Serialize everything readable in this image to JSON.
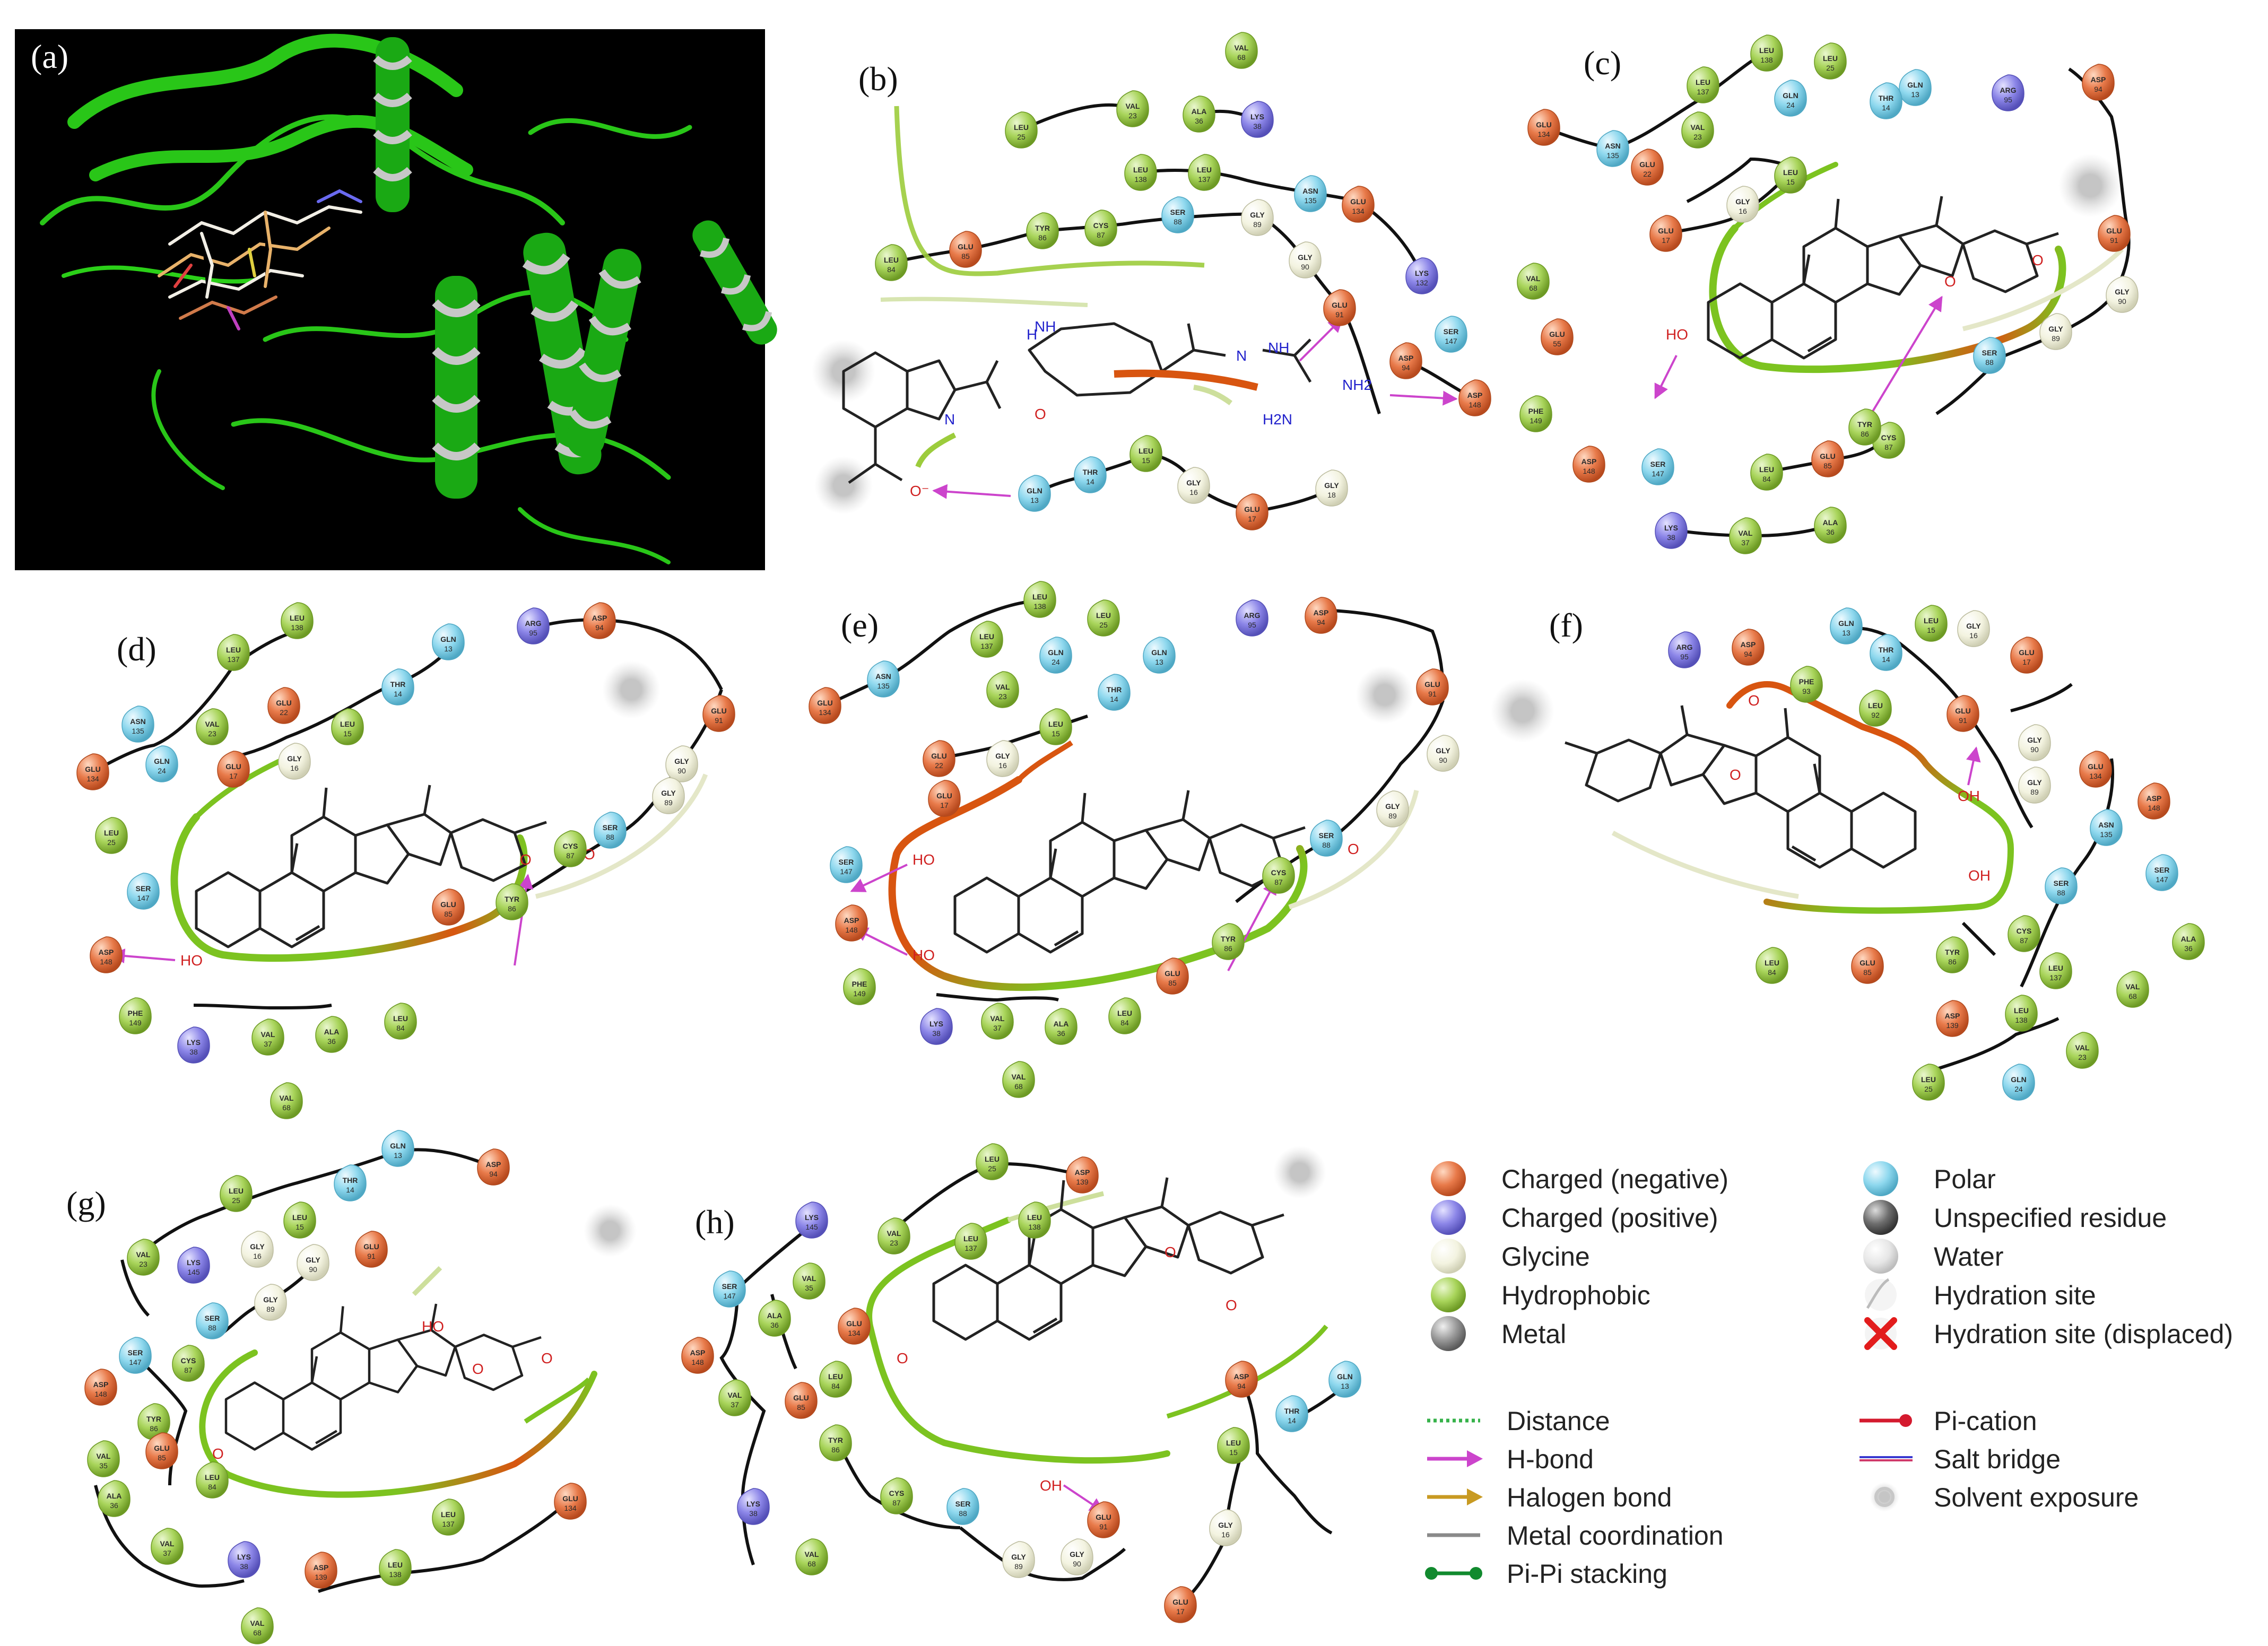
{
  "colors": {
    "negative": "#e87a4a",
    "positive": "#8c86e8",
    "glycine": "#f3f3e0",
    "hydrophobic": "#a8d45a",
    "polar": "#8ed8ee",
    "metal": "#9a9a9a",
    "contour_hydrophobic": "#7cc320",
    "contour_negative": "#d85510",
    "hbond": "#cc44cc"
  },
  "panels": [
    {
      "label": "(a)",
      "kind": "structure"
    },
    {
      "label": "(b)",
      "kind": "ligand",
      "residues": [
        {
          "n": "VAL",
          "i": "68",
          "t": "h"
        },
        {
          "n": "LEU",
          "i": "25",
          "t": "h"
        },
        {
          "n": "VAL",
          "i": "23",
          "t": "h"
        },
        {
          "n": "ALA",
          "i": "36",
          "t": "h"
        },
        {
          "n": "LYS",
          "i": "38",
          "t": "p"
        },
        {
          "n": "LEU",
          "i": "138",
          "t": "h"
        },
        {
          "n": "LEU",
          "i": "137",
          "t": "h"
        },
        {
          "n": "ASN",
          "i": "135",
          "t": "o"
        },
        {
          "n": "GLU",
          "i": "134",
          "t": "n"
        },
        {
          "n": "LYS",
          "i": "132",
          "t": "p"
        },
        {
          "n": "LEU",
          "i": "84",
          "t": "h"
        },
        {
          "n": "GLU",
          "i": "85",
          "t": "n"
        },
        {
          "n": "TYR",
          "i": "86",
          "t": "h"
        },
        {
          "n": "CYS",
          "i": "87",
          "t": "h"
        },
        {
          "n": "SER",
          "i": "88",
          "t": "o"
        },
        {
          "n": "GLY",
          "i": "89",
          "t": "g"
        },
        {
          "n": "GLY",
          "i": "90",
          "t": "g"
        },
        {
          "n": "GLU",
          "i": "91",
          "t": "n"
        },
        {
          "n": "SER",
          "i": "147",
          "t": "o"
        },
        {
          "n": "ASP",
          "i": "148",
          "t": "n"
        },
        {
          "n": "ASP",
          "i": "94",
          "t": "n"
        },
        {
          "n": "GLN",
          "i": "13",
          "t": "o"
        },
        {
          "n": "THR",
          "i": "14",
          "t": "o"
        },
        {
          "n": "LEU",
          "i": "15",
          "t": "h"
        },
        {
          "n": "GLY",
          "i": "16",
          "t": "g"
        },
        {
          "n": "GLU",
          "i": "17",
          "t": "n"
        },
        {
          "n": "GLY",
          "i": "18",
          "t": "g"
        }
      ],
      "atoms": [
        "H",
        "NH",
        "N",
        "NH",
        "NH2",
        "H2N",
        "O",
        "O⁻",
        "N"
      ]
    },
    {
      "label": "(c)",
      "kind": "steroid",
      "residues": [
        {
          "n": "LEU",
          "i": "138",
          "t": "h"
        },
        {
          "n": "LEU",
          "i": "25",
          "t": "h"
        },
        {
          "n": "LEU",
          "i": "137",
          "t": "h"
        },
        {
          "n": "GLN",
          "i": "24",
          "t": "o"
        },
        {
          "n": "GLN",
          "i": "13",
          "t": "o"
        },
        {
          "n": "GLU",
          "i": "134",
          "t": "n"
        },
        {
          "n": "ASN",
          "i": "135",
          "t": "o"
        },
        {
          "n": "VAL",
          "i": "23",
          "t": "h"
        },
        {
          "n": "THR",
          "i": "14",
          "t": "o"
        },
        {
          "n": "ARG",
          "i": "95",
          "t": "p"
        },
        {
          "n": "ASP",
          "i": "94",
          "t": "n"
        },
        {
          "n": "GLU",
          "i": "22",
          "t": "n"
        },
        {
          "n": "LEU",
          "i": "15",
          "t": "h"
        },
        {
          "n": "GLY",
          "i": "16",
          "t": "g"
        },
        {
          "n": "GLU",
          "i": "17",
          "t": "n"
        },
        {
          "n": "GLU",
          "i": "91",
          "t": "n"
        },
        {
          "n": "VAL",
          "i": "68",
          "t": "h"
        },
        {
          "n": "GLY",
          "i": "90",
          "t": "g"
        },
        {
          "n": "GLU",
          "i": "55",
          "t": "n"
        },
        {
          "n": "GLY",
          "i": "89",
          "t": "g"
        },
        {
          "n": "SER",
          "i": "88",
          "t": "o"
        },
        {
          "n": "PHE",
          "i": "149",
          "t": "h"
        },
        {
          "n": "CYS",
          "i": "87",
          "t": "h"
        },
        {
          "n": "TYR",
          "i": "86",
          "t": "h"
        },
        {
          "n": "ASP",
          "i": "148",
          "t": "n"
        },
        {
          "n": "SER",
          "i": "147",
          "t": "o"
        },
        {
          "n": "LEU",
          "i": "84",
          "t": "h"
        },
        {
          "n": "GLU",
          "i": "85",
          "t": "n"
        },
        {
          "n": "LYS",
          "i": "38",
          "t": "p"
        },
        {
          "n": "VAL",
          "i": "37",
          "t": "h"
        },
        {
          "n": "ALA",
          "i": "36",
          "t": "h"
        }
      ],
      "atoms": [
        "HO",
        "O",
        "O"
      ]
    },
    {
      "label": "(d)",
      "kind": "steroid",
      "residues": [
        {
          "n": "LEU",
          "i": "138",
          "t": "h"
        },
        {
          "n": "LEU",
          "i": "137",
          "t": "h"
        },
        {
          "n": "GLN",
          "i": "13",
          "t": "o"
        },
        {
          "n": "ARG",
          "i": "95",
          "t": "p"
        },
        {
          "n": "ASP",
          "i": "94",
          "t": "n"
        },
        {
          "n": "THR",
          "i": "14",
          "t": "o"
        },
        {
          "n": "ASN",
          "i": "135",
          "t": "o"
        },
        {
          "n": "VAL",
          "i": "23",
          "t": "h"
        },
        {
          "n": "GLU",
          "i": "22",
          "t": "n"
        },
        {
          "n": "LEU",
          "i": "15",
          "t": "h"
        },
        {
          "n": "GLU",
          "i": "91",
          "t": "n"
        },
        {
          "n": "GLU",
          "i": "134",
          "t": "n"
        },
        {
          "n": "GLN",
          "i": "24",
          "t": "o"
        },
        {
          "n": "GLY",
          "i": "16",
          "t": "g"
        },
        {
          "n": "GLU",
          "i": "17",
          "t": "n"
        },
        {
          "n": "GLY",
          "i": "90",
          "t": "g"
        },
        {
          "n": "LEU",
          "i": "25",
          "t": "h"
        },
        {
          "n": "GLY",
          "i": "89",
          "t": "g"
        },
        {
          "n": "SER",
          "i": "147",
          "t": "o"
        },
        {
          "n": "SER",
          "i": "88",
          "t": "o"
        },
        {
          "n": "CYS",
          "i": "87",
          "t": "h"
        },
        {
          "n": "ASP",
          "i": "148",
          "t": "n"
        },
        {
          "n": "TYR",
          "i": "86",
          "t": "h"
        },
        {
          "n": "GLU",
          "i": "85",
          "t": "n"
        },
        {
          "n": "PHE",
          "i": "149",
          "t": "h"
        },
        {
          "n": "LEU",
          "i": "84",
          "t": "h"
        },
        {
          "n": "LYS",
          "i": "38",
          "t": "p"
        },
        {
          "n": "VAL",
          "i": "37",
          "t": "h"
        },
        {
          "n": "ALA",
          "i": "36",
          "t": "h"
        },
        {
          "n": "VAL",
          "i": "68",
          "t": "h"
        }
      ],
      "atoms": [
        "HO",
        "O",
        "O"
      ]
    },
    {
      "label": "(e)",
      "kind": "steroid",
      "residues": [
        {
          "n": "LEU",
          "i": "138",
          "t": "h"
        },
        {
          "n": "LEU",
          "i": "137",
          "t": "h"
        },
        {
          "n": "LEU",
          "i": "25",
          "t": "h"
        },
        {
          "n": "ARG",
          "i": "95",
          "t": "p"
        },
        {
          "n": "ASP",
          "i": "94",
          "t": "n"
        },
        {
          "n": "GLN",
          "i": "24",
          "t": "o"
        },
        {
          "n": "GLN",
          "i": "13",
          "t": "o"
        },
        {
          "n": "ASN",
          "i": "135",
          "t": "o"
        },
        {
          "n": "VAL",
          "i": "23",
          "t": "h"
        },
        {
          "n": "THR",
          "i": "14",
          "t": "o"
        },
        {
          "n": "GLU",
          "i": "134",
          "t": "n"
        },
        {
          "n": "GLU",
          "i": "22",
          "t": "n"
        },
        {
          "n": "LEU",
          "i": "15",
          "t": "h"
        },
        {
          "n": "GLU",
          "i": "91",
          "t": "n"
        },
        {
          "n": "GLY",
          "i": "16",
          "t": "g"
        },
        {
          "n": "GLU",
          "i": "17",
          "t": "n"
        },
        {
          "n": "GLY",
          "i": "90",
          "t": "g"
        },
        {
          "n": "GLY",
          "i": "89",
          "t": "g"
        },
        {
          "n": "SER",
          "i": "147",
          "t": "o"
        },
        {
          "n": "SER",
          "i": "88",
          "t": "o"
        },
        {
          "n": "CYS",
          "i": "87",
          "t": "h"
        },
        {
          "n": "ASP",
          "i": "148",
          "t": "n"
        },
        {
          "n": "TYR",
          "i": "86",
          "t": "h"
        },
        {
          "n": "PHE",
          "i": "149",
          "t": "h"
        },
        {
          "n": "GLU",
          "i": "85",
          "t": "n"
        },
        {
          "n": "LYS",
          "i": "38",
          "t": "p"
        },
        {
          "n": "VAL",
          "i": "37",
          "t": "h"
        },
        {
          "n": "ALA",
          "i": "36",
          "t": "h"
        },
        {
          "n": "LEU",
          "i": "84",
          "t": "h"
        },
        {
          "n": "VAL",
          "i": "68",
          "t": "h"
        }
      ],
      "atoms": [
        "HO",
        "HO",
        "O",
        "O"
      ]
    },
    {
      "label": "(f)",
      "kind": "steroid",
      "residues": [
        {
          "n": "GLN",
          "i": "13",
          "t": "o"
        },
        {
          "n": "LEU",
          "i": "15",
          "t": "h"
        },
        {
          "n": "GLY",
          "i": "16",
          "t": "g"
        },
        {
          "n": "ARG",
          "i": "95",
          "t": "p"
        },
        {
          "n": "ASP",
          "i": "94",
          "t": "n"
        },
        {
          "n": "THR",
          "i": "14",
          "t": "o"
        },
        {
          "n": "GLU",
          "i": "17",
          "t": "n"
        },
        {
          "n": "PHE",
          "i": "93",
          "t": "h"
        },
        {
          "n": "LEU",
          "i": "92",
          "t": "h"
        },
        {
          "n": "GLU",
          "i": "91",
          "t": "n"
        },
        {
          "n": "GLY",
          "i": "90",
          "t": "g"
        },
        {
          "n": "GLU",
          "i": "134",
          "t": "n"
        },
        {
          "n": "ASP",
          "i": "148",
          "t": "n"
        },
        {
          "n": "GLY",
          "i": "89",
          "t": "g"
        },
        {
          "n": "ASN",
          "i": "135",
          "t": "o"
        },
        {
          "n": "SER",
          "i": "147",
          "t": "o"
        },
        {
          "n": "SER",
          "i": "88",
          "t": "o"
        },
        {
          "n": "ALA",
          "i": "36",
          "t": "h"
        },
        {
          "n": "CYS",
          "i": "87",
          "t": "h"
        },
        {
          "n": "TYR",
          "i": "86",
          "t": "h"
        },
        {
          "n": "LEU",
          "i": "137",
          "t": "h"
        },
        {
          "n": "VAL",
          "i": "68",
          "t": "h"
        },
        {
          "n": "LEU",
          "i": "84",
          "t": "h"
        },
        {
          "n": "GLU",
          "i": "85",
          "t": "n"
        },
        {
          "n": "ASP",
          "i": "139",
          "t": "n"
        },
        {
          "n": "LEU",
          "i": "138",
          "t": "h"
        },
        {
          "n": "VAL",
          "i": "23",
          "t": "h"
        },
        {
          "n": "LEU",
          "i": "25",
          "t": "h"
        },
        {
          "n": "GLN",
          "i": "24",
          "t": "o"
        }
      ],
      "atoms": [
        "O",
        "O",
        "OH",
        "OH"
      ]
    },
    {
      "label": "(g)",
      "kind": "steroid",
      "residues": [
        {
          "n": "GLN",
          "i": "13",
          "t": "o"
        },
        {
          "n": "LEU",
          "i": "25",
          "t": "h"
        },
        {
          "n": "THR",
          "i": "14",
          "t": "o"
        },
        {
          "n": "ASP",
          "i": "94",
          "t": "n"
        },
        {
          "n": "LEU",
          "i": "15",
          "t": "h"
        },
        {
          "n": "GLY",
          "i": "16",
          "t": "g"
        },
        {
          "n": "GLU",
          "i": "91",
          "t": "n"
        },
        {
          "n": "VAL",
          "i": "23",
          "t": "h"
        },
        {
          "n": "GLY",
          "i": "90",
          "t": "g"
        },
        {
          "n": "LYS",
          "i": "145",
          "t": "p"
        },
        {
          "n": "GLY",
          "i": "89",
          "t": "g"
        },
        {
          "n": "SER",
          "i": "88",
          "t": "o"
        },
        {
          "n": "SER",
          "i": "147",
          "t": "o"
        },
        {
          "n": "CYS",
          "i": "87",
          "t": "h"
        },
        {
          "n": "ASP",
          "i": "148",
          "t": "n"
        },
        {
          "n": "TYR",
          "i": "86",
          "t": "h"
        },
        {
          "n": "VAL",
          "i": "35",
          "t": "h"
        },
        {
          "n": "GLU",
          "i": "85",
          "t": "n"
        },
        {
          "n": "LEU",
          "i": "84",
          "t": "h"
        },
        {
          "n": "ALA",
          "i": "36",
          "t": "h"
        },
        {
          "n": "GLU",
          "i": "134",
          "t": "n"
        },
        {
          "n": "LEU",
          "i": "137",
          "t": "h"
        },
        {
          "n": "VAL",
          "i": "37",
          "t": "h"
        },
        {
          "n": "LYS",
          "i": "38",
          "t": "p"
        },
        {
          "n": "ASP",
          "i": "139",
          "t": "n"
        },
        {
          "n": "LEU",
          "i": "138",
          "t": "h"
        },
        {
          "n": "VAL",
          "i": "68",
          "t": "h"
        }
      ],
      "atoms": [
        "HO",
        "O",
        "O",
        "O"
      ]
    },
    {
      "label": "(h)",
      "kind": "steroid",
      "residues": [
        {
          "n": "LEU",
          "i": "25",
          "t": "h"
        },
        {
          "n": "ASP",
          "i": "139",
          "t": "n"
        },
        {
          "n": "LYS",
          "i": "145",
          "t": "p"
        },
        {
          "n": "VAL",
          "i": "23",
          "t": "h"
        },
        {
          "n": "LEU",
          "i": "138",
          "t": "h"
        },
        {
          "n": "LEU",
          "i": "137",
          "t": "h"
        },
        {
          "n": "VAL",
          "i": "35",
          "t": "h"
        },
        {
          "n": "SER",
          "i": "147",
          "t": "o"
        },
        {
          "n": "ALA",
          "i": "36",
          "t": "h"
        },
        {
          "n": "GLU",
          "i": "134",
          "t": "n"
        },
        {
          "n": "ASP",
          "i": "148",
          "t": "n"
        },
        {
          "n": "LEU",
          "i": "84",
          "t": "h"
        },
        {
          "n": "VAL",
          "i": "37",
          "t": "h"
        },
        {
          "n": "GLU",
          "i": "85",
          "t": "n"
        },
        {
          "n": "ASP",
          "i": "94",
          "t": "n"
        },
        {
          "n": "GLN",
          "i": "13",
          "t": "o"
        },
        {
          "n": "THR",
          "i": "14",
          "t": "o"
        },
        {
          "n": "LEU",
          "i": "15",
          "t": "h"
        },
        {
          "n": "TYR",
          "i": "86",
          "t": "h"
        },
        {
          "n": "LYS",
          "i": "38",
          "t": "p"
        },
        {
          "n": "CYS",
          "i": "87",
          "t": "h"
        },
        {
          "n": "SER",
          "i": "88",
          "t": "o"
        },
        {
          "n": "GLU",
          "i": "91",
          "t": "n"
        },
        {
          "n": "GLY",
          "i": "16",
          "t": "g"
        },
        {
          "n": "VAL",
          "i": "68",
          "t": "h"
        },
        {
          "n": "GLY",
          "i": "89",
          "t": "g"
        },
        {
          "n": "GLY",
          "i": "90",
          "t": "g"
        },
        {
          "n": "GLU",
          "i": "17",
          "t": "n"
        }
      ],
      "atoms": [
        "O",
        "O",
        "O",
        "OH"
      ]
    }
  ],
  "legend": {
    "residue_types": [
      {
        "label": "Charged (negative)",
        "icon": "orange-sphere"
      },
      {
        "label": "Charged (positive)",
        "icon": "purple-sphere"
      },
      {
        "label": "Glycine",
        "icon": "cream-sphere"
      },
      {
        "label": "Hydrophobic",
        "icon": "green-sphere"
      },
      {
        "label": "Metal",
        "icon": "gray-sphere"
      },
      {
        "label": "Polar",
        "icon": "cyan-sphere"
      },
      {
        "label": "Unspecified residue",
        "icon": "dark-gray-sphere"
      },
      {
        "label": "Water",
        "icon": "light-gray-sphere"
      },
      {
        "label": "Hydration site",
        "icon": "hydration-site"
      },
      {
        "label": "Hydration site (displaced)",
        "icon": "red-x"
      }
    ],
    "interactions": [
      {
        "label": "Distance",
        "icon": "dotted-green-line"
      },
      {
        "label": "H-bond",
        "icon": "magenta-arrow"
      },
      {
        "label": "Halogen bond",
        "icon": "gold-arrow"
      },
      {
        "label": "Metal coordination",
        "icon": "gray-line"
      },
      {
        "label": "Pi-Pi stacking",
        "icon": "green-dumbbell"
      },
      {
        "label": "Pi-cation",
        "icon": "red-line-dot"
      },
      {
        "label": "Salt bridge",
        "icon": "blue-red-line"
      },
      {
        "label": "Solvent exposure",
        "icon": "gray-halo"
      }
    ]
  }
}
